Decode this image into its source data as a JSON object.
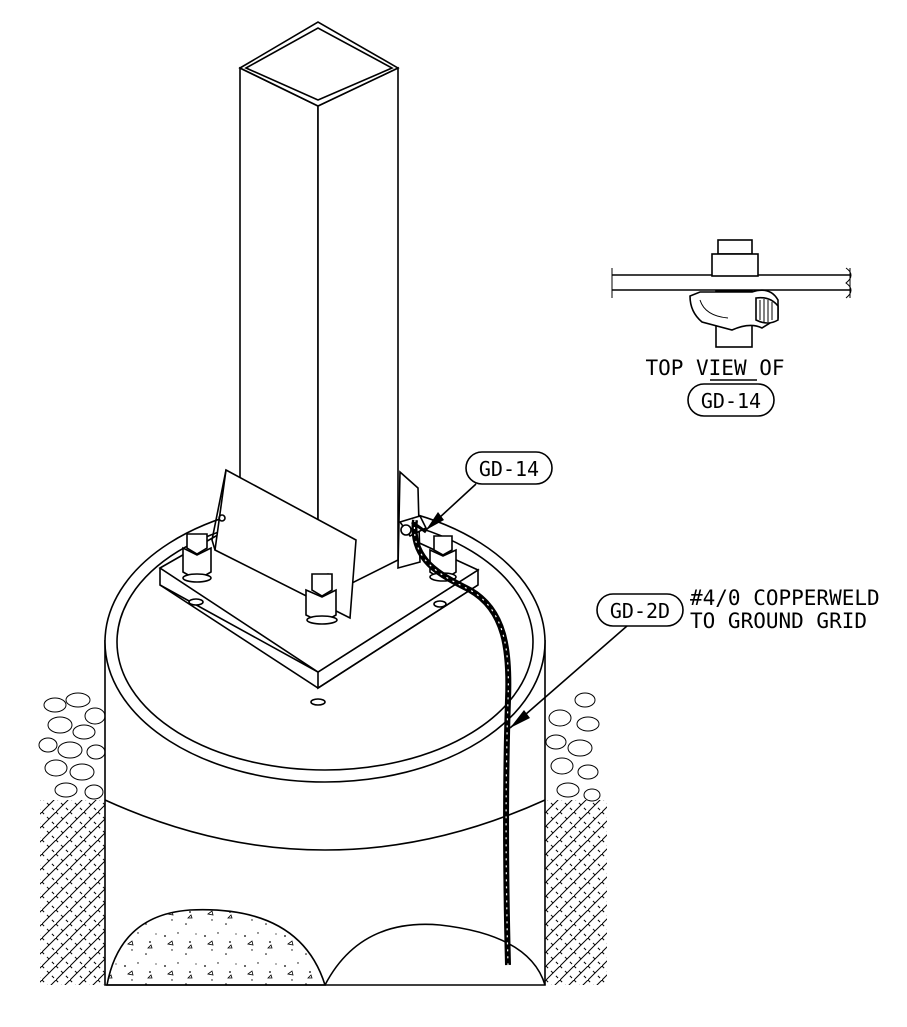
{
  "diagram": {
    "callouts": {
      "clamp_tag": "GD-14",
      "conductor_tag": "GD-2D",
      "conductor_line1": "#4/0 COPPERWELD",
      "conductor_line2": "TO GROUND GRID",
      "top_view_line1": "TOP VIEW OF",
      "top_view_tag": "GD-14"
    }
  }
}
